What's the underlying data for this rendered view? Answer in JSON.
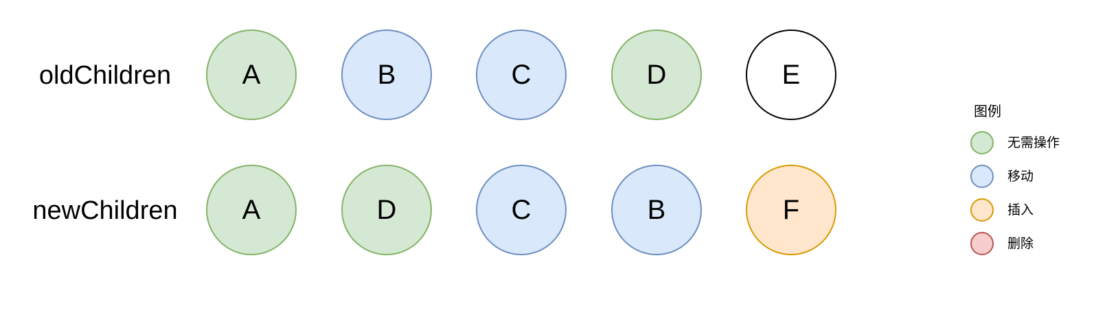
{
  "rows": [
    {
      "label": "oldChildren",
      "nodes": [
        {
          "letter": "A",
          "status": "none"
        },
        {
          "letter": "B",
          "status": "move"
        },
        {
          "letter": "C",
          "status": "move"
        },
        {
          "letter": "D",
          "status": "none"
        },
        {
          "letter": "E",
          "status": "plain"
        }
      ]
    },
    {
      "label": "newChildren",
      "nodes": [
        {
          "letter": "A",
          "status": "none"
        },
        {
          "letter": "D",
          "status": "none"
        },
        {
          "letter": "C",
          "status": "move"
        },
        {
          "letter": "B",
          "status": "move"
        },
        {
          "letter": "F",
          "status": "insert"
        }
      ]
    }
  ],
  "legend": {
    "title": "图例",
    "items": [
      {
        "label": "无需操作",
        "status": "none"
      },
      {
        "label": "移动",
        "status": "move"
      },
      {
        "label": "插入",
        "status": "insert"
      },
      {
        "label": "删除",
        "status": "delete"
      }
    ]
  },
  "colors": {
    "none": {
      "fill": "#d5e8d4",
      "stroke": "#82b366"
    },
    "move": {
      "fill": "#dae8fc",
      "stroke": "#6c8ebf"
    },
    "insert": {
      "fill": "#ffe6cc",
      "stroke": "#d79b00"
    },
    "delete": {
      "fill": "#f8cecc",
      "stroke": "#b85450"
    },
    "plain": {
      "fill": "#ffffff",
      "stroke": "#000000"
    }
  }
}
